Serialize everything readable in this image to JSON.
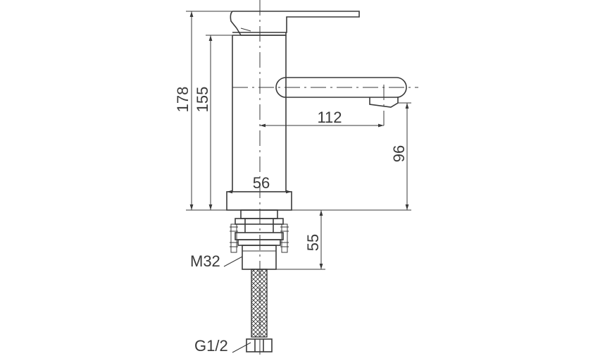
{
  "dimensions": {
    "total_height": "178",
    "body_height": "155",
    "spout_reach": "112",
    "spout_height": "96",
    "base_width": "56",
    "shank_length": "55"
  },
  "threads": {
    "mount": "M32",
    "inlet": "G1/2"
  }
}
